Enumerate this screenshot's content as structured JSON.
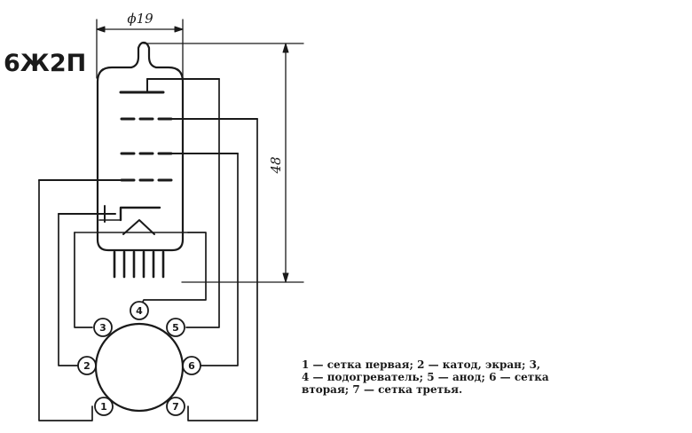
{
  "title": "6Ж2П",
  "dimensions": {
    "diameter": "ϕ19",
    "height": "48"
  },
  "pins": [
    "1",
    "2",
    "3",
    "4",
    "5",
    "6",
    "7"
  ],
  "legend": {
    "line1": "1 — сетка  первая;  2 — катод,  экран;  3,",
    "line2": "4 — подогреватель;  5 — анод;  6 — сетка",
    "line3": "вторая;  7 — сетка третья."
  },
  "colors": {
    "ink": "#1a1a1a",
    "background": "#ffffff"
  }
}
